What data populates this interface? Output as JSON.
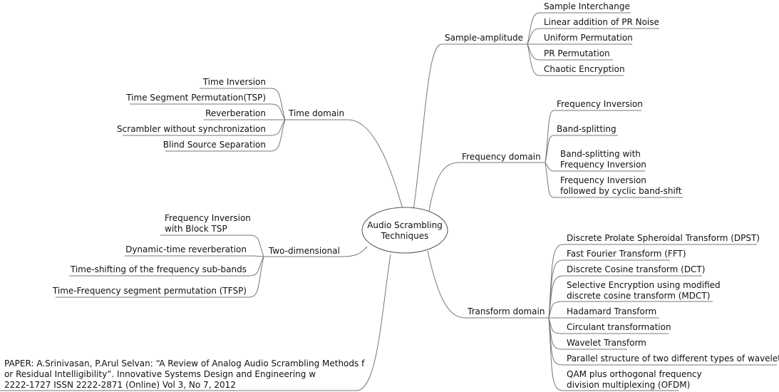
{
  "root": {
    "line1": "Audio Scrambling",
    "line2": "Techniques"
  },
  "sample_amplitude": {
    "label": "Sample-amplitude",
    "items": [
      "Sample Interchange",
      "Linear addition of PR Noise",
      "Uniform Permutation",
      "PR Permutation",
      "Chaotic Encryption"
    ]
  },
  "frequency_domain": {
    "label": "Frequency domain",
    "items": [
      {
        "line1": "Frequency Inversion"
      },
      {
        "line1": "Band-splitting"
      },
      {
        "line1": "Band-splitting with",
        "line2": "Frequency Inversion"
      },
      {
        "line1": "Frequency Inversion",
        "line2": "followed by cyclic band-shift"
      }
    ]
  },
  "transform_domain": {
    "label": "Transform domain",
    "items": [
      {
        "line1": "Discrete Prolate Spheroidal Transform (DPST)"
      },
      {
        "line1": "Fast Fourier Transform (FFT)"
      },
      {
        "line1": "Discrete Cosine transform (DCT)"
      },
      {
        "line1": "Selective Encryption using modified",
        "line2": "discrete cosine transform (MDCT)"
      },
      {
        "line1": "Hadamard Transform"
      },
      {
        "line1": "Circulant transformation"
      },
      {
        "line1": "Wavelet Transform"
      },
      {
        "line1": "Parallel structure of two different types of wavelets"
      },
      {
        "line1": "QAM plus orthogonal frequency",
        "line2": "division multiplexing (OFDM)"
      }
    ]
  },
  "time_domain": {
    "label": "Time domain",
    "items": [
      "Time Inversion",
      "Time Segment Permutation(TSP)",
      "Reverberation",
      "Scrambler without synchronization",
      "Blind Source Separation"
    ]
  },
  "two_dimensional": {
    "label": "Two-dimensional",
    "items": [
      {
        "line1": "Frequency Inversion",
        "line2": "with Block TSP"
      },
      {
        "line1": "Dynamic-time reverberation"
      },
      {
        "line1": "Time-shifting of the frequency sub-bands"
      },
      {
        "line1": "Time-Frequency segment permutation (TFSP)"
      }
    ]
  },
  "paper": {
    "line1": "PAPER: A.Srinivasan, P.Arul Selvan: “A Review of Analog Audio Scrambling Methods f",
    "line2": "or Residual Intelligibility”. Innovative Systems Design and Engineering w",
    "line3": " 2222-1727 ISSN 2222-2871 (Online) Vol 3, No 7, 2012"
  }
}
